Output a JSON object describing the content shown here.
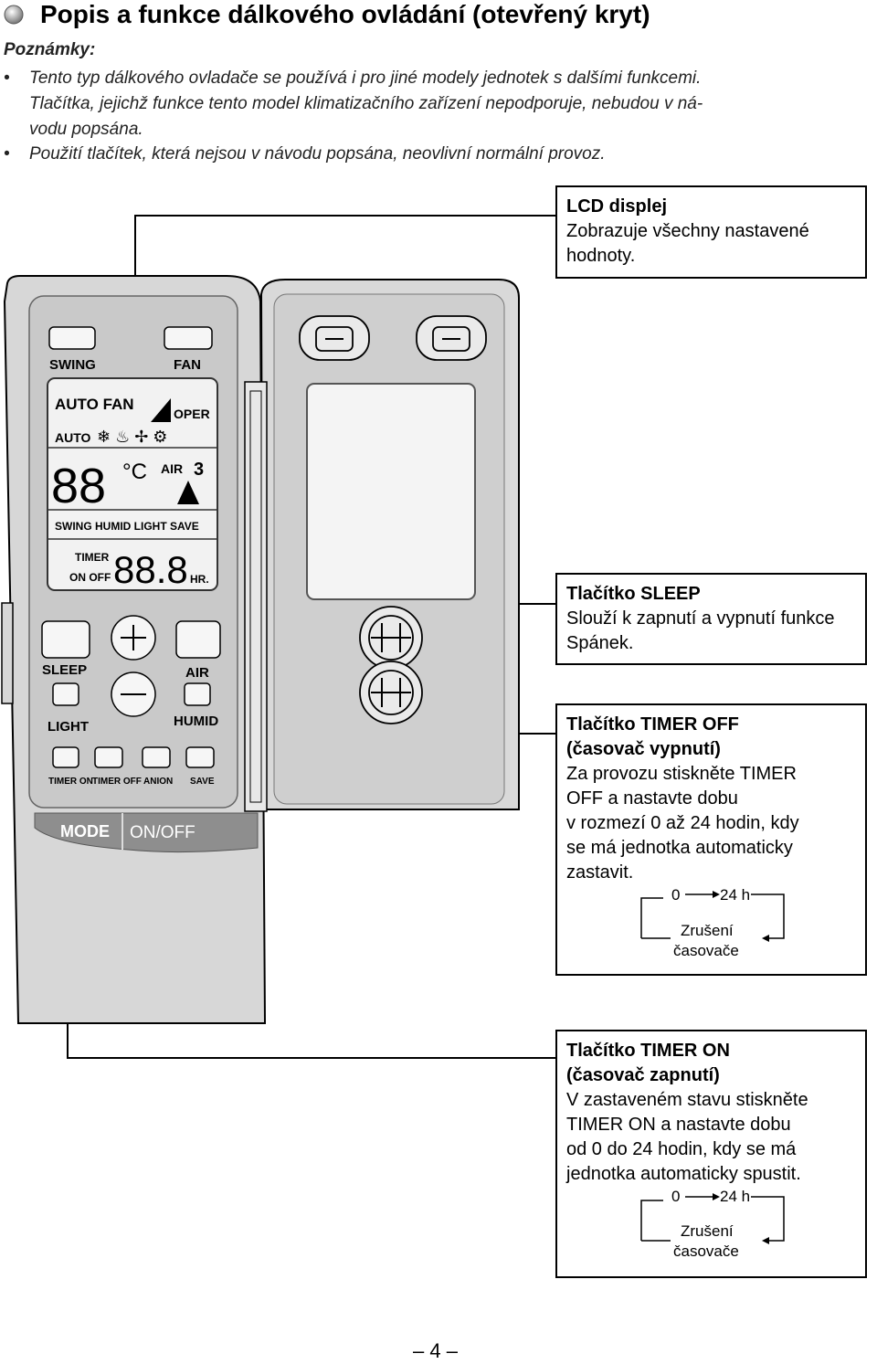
{
  "title": "Popis a funkce dálkového ovládání (otevřený kryt)",
  "notes": {
    "heading": "Poznámky:",
    "items": [
      [
        "Tento typ dálkového ovladače se používá i pro jiné modely jednotek s dalšími funkcemi.",
        "Tlačítka, jejichž funkce tento model klimatizačního zařízení nepodporuje, nebudou v ná-",
        "vodu popsána."
      ],
      [
        "Použití tlačítek, která nejsou v návodu popsána, neovlivní normální provoz."
      ]
    ]
  },
  "remote": {
    "buttons": {
      "swing": "SWING",
      "fan": "FAN",
      "sleep": "SLEEP",
      "air": "AIR",
      "light": "LIGHT",
      "humid": "HUMID",
      "timer_on": "TIMER ON",
      "timer_off": "TIMER OFF",
      "anion": "ANION",
      "save": "SAVE",
      "mode": "MODE",
      "onoff": "ON/OFF"
    },
    "lcd": {
      "auto_fan": "AUTO FAN",
      "oper": "OPER",
      "auto": "AUTO",
      "temp": "88",
      "celsius": "°C",
      "air": "AIR",
      "air_level": "3",
      "row_labels": "SWING HUMID LIGHT SAVE",
      "timer": "TIMER",
      "onoff": "ON OFF",
      "timer_value": "88.8",
      "hr": "HR."
    }
  },
  "callouts": {
    "lcd": {
      "heading": "LCD displej",
      "text": "Zobrazuje všechny nastavené hodnoty."
    },
    "sleep": {
      "heading": "Tlačítko SLEEP",
      "text": "Slouží k zapnutí a vypnutí funkce Spánek."
    },
    "timer_off": {
      "heading": [
        "Tlačítko TIMER OFF",
        "(časovač vypnutí)"
      ],
      "text": [
        "Za provozu stiskněte TIMER",
        "OFF a nastavte dobu",
        "v rozmezí 0 až 24 hodin, kdy",
        "se má jednotka automaticky",
        "zastavit."
      ],
      "diagram": {
        "start": "0",
        "end": "24 h",
        "cancel": [
          "Zrušení",
          "časovače"
        ]
      }
    },
    "timer_on": {
      "heading": [
        "Tlačítko TIMER ON",
        "(časovač zapnutí)"
      ],
      "text": [
        "V zastaveném stavu stiskněte",
        "TIMER ON a nastavte dobu",
        "od 0 do 24 hodin, kdy se má",
        "jednotka automaticky spustit."
      ],
      "diagram": {
        "start": "0",
        "end": "24 h",
        "cancel": [
          "Zrušení",
          "časovače"
        ]
      }
    }
  },
  "page_number": "– 4 –"
}
